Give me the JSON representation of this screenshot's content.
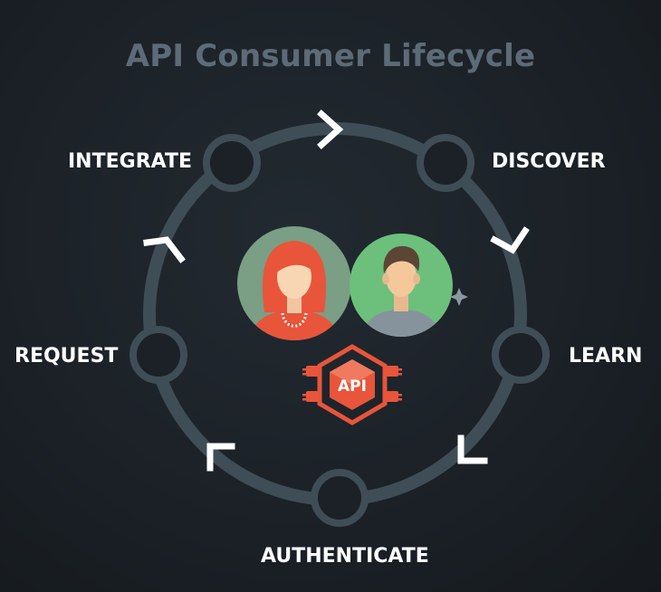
{
  "diagram": {
    "title": "API Consumer Lifecycle",
    "stages": {
      "discover": "DISCOVER",
      "learn": "LEARN",
      "authenticate": "AUTHENTICATE",
      "request": "REQUEST",
      "integrate": "INTEGRATE"
    },
    "badge_text": "API",
    "colors": {
      "ring": "#3f4d57",
      "arrow": "#ffffff",
      "title": "#5d6b78",
      "badge": "#e8553a",
      "avatar_female_bg": "#7a9f84",
      "avatar_male_bg": "#6cc07c"
    }
  }
}
